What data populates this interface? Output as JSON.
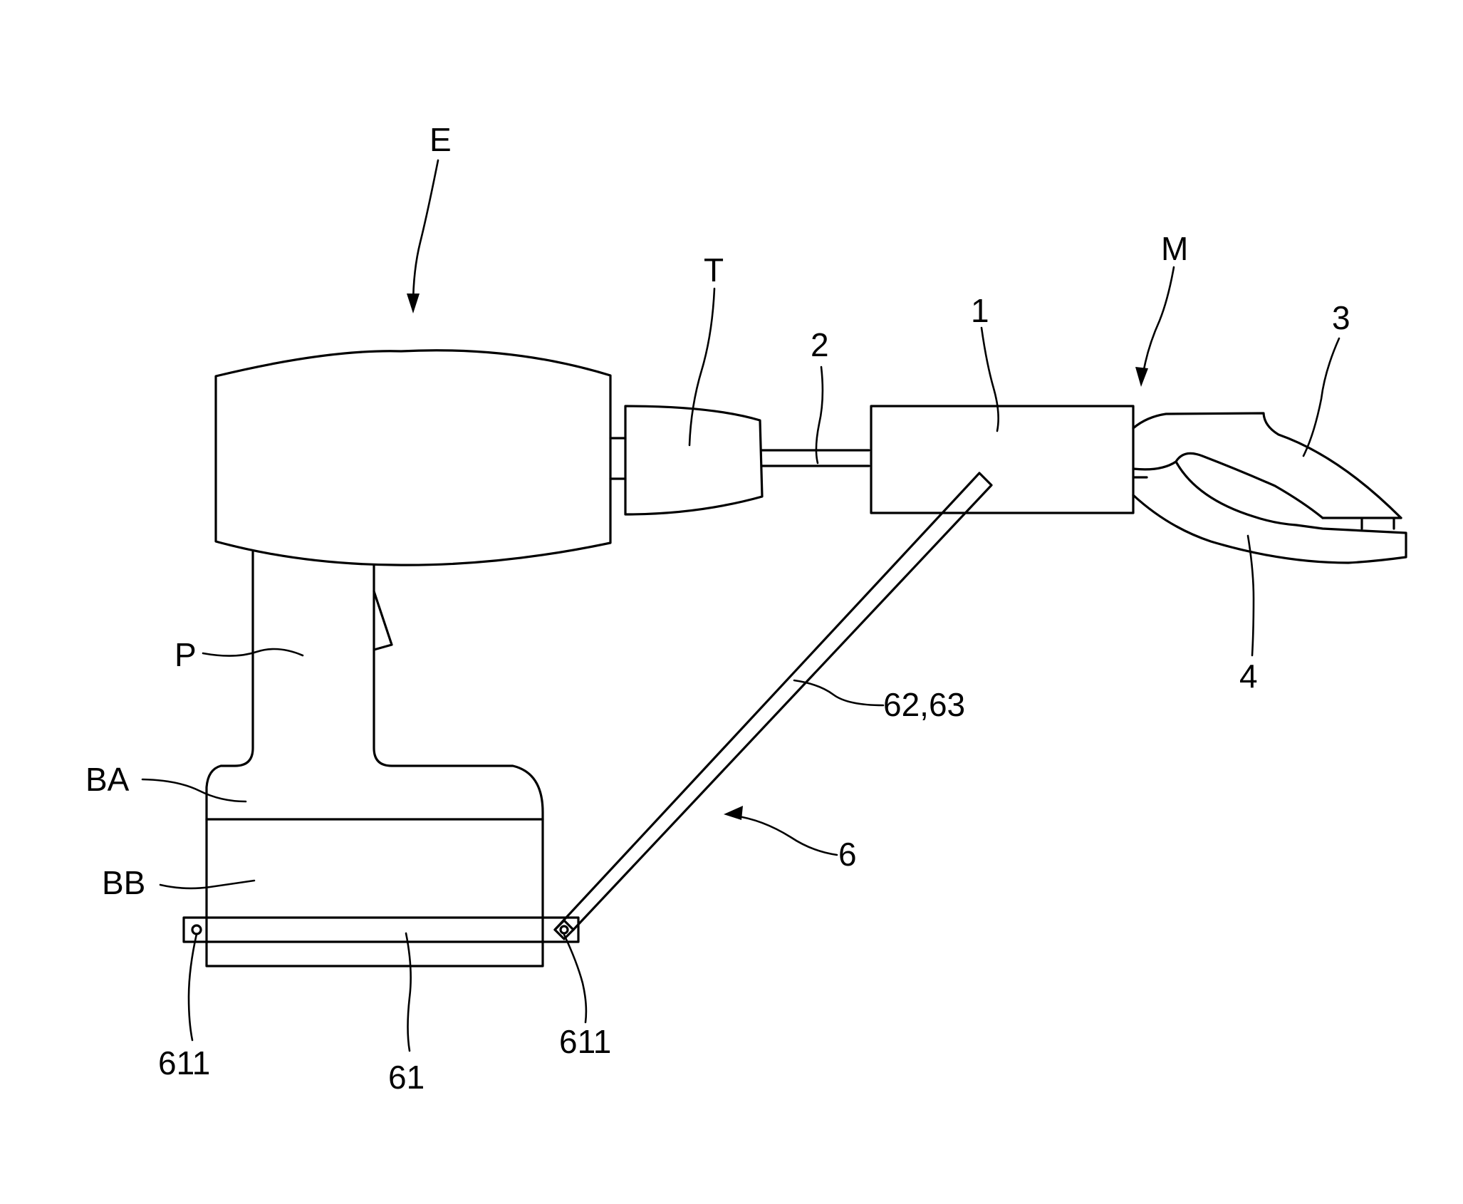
{
  "figure": {
    "labels": {
      "E": "E",
      "T": "T",
      "two": "2",
      "one": "1",
      "M": "M",
      "three": "3",
      "four": "4",
      "P": "P",
      "sixty_two_sixty_three": "62,63",
      "BA": "BA",
      "BB": "BB",
      "six": "6",
      "six_eleven_left": "611",
      "sixty_one": "61",
      "six_eleven_right": "611"
    }
  }
}
